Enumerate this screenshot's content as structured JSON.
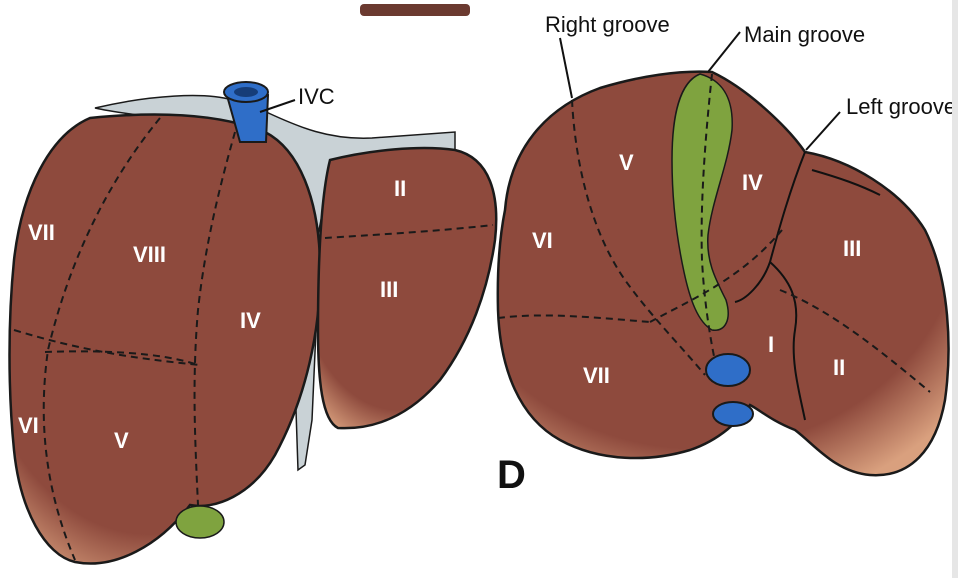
{
  "colors": {
    "liver": "#8e4a3d",
    "liver_shadow": "#d9a07e",
    "outline": "#1a1a1a",
    "ligament": "#c9d2d6",
    "ivc": "#2f6ec8",
    "gallbladder": "#7fa33f"
  },
  "left_view": {
    "callout": "IVC",
    "segments": {
      "s2": "II",
      "s3": "III",
      "s4": "IV",
      "s5": "V",
      "s6": "VI",
      "s7": "VII",
      "s8": "VIII"
    }
  },
  "right_view": {
    "panel_label": "D",
    "callouts": {
      "right_groove": "Right groove",
      "main_groove": "Main groove",
      "left_groove": "Left groove"
    },
    "segments": {
      "s1": "I",
      "s2": "II",
      "s3": "III",
      "s4": "IV",
      "s5": "V",
      "s6": "VI",
      "s7": "VII"
    }
  }
}
